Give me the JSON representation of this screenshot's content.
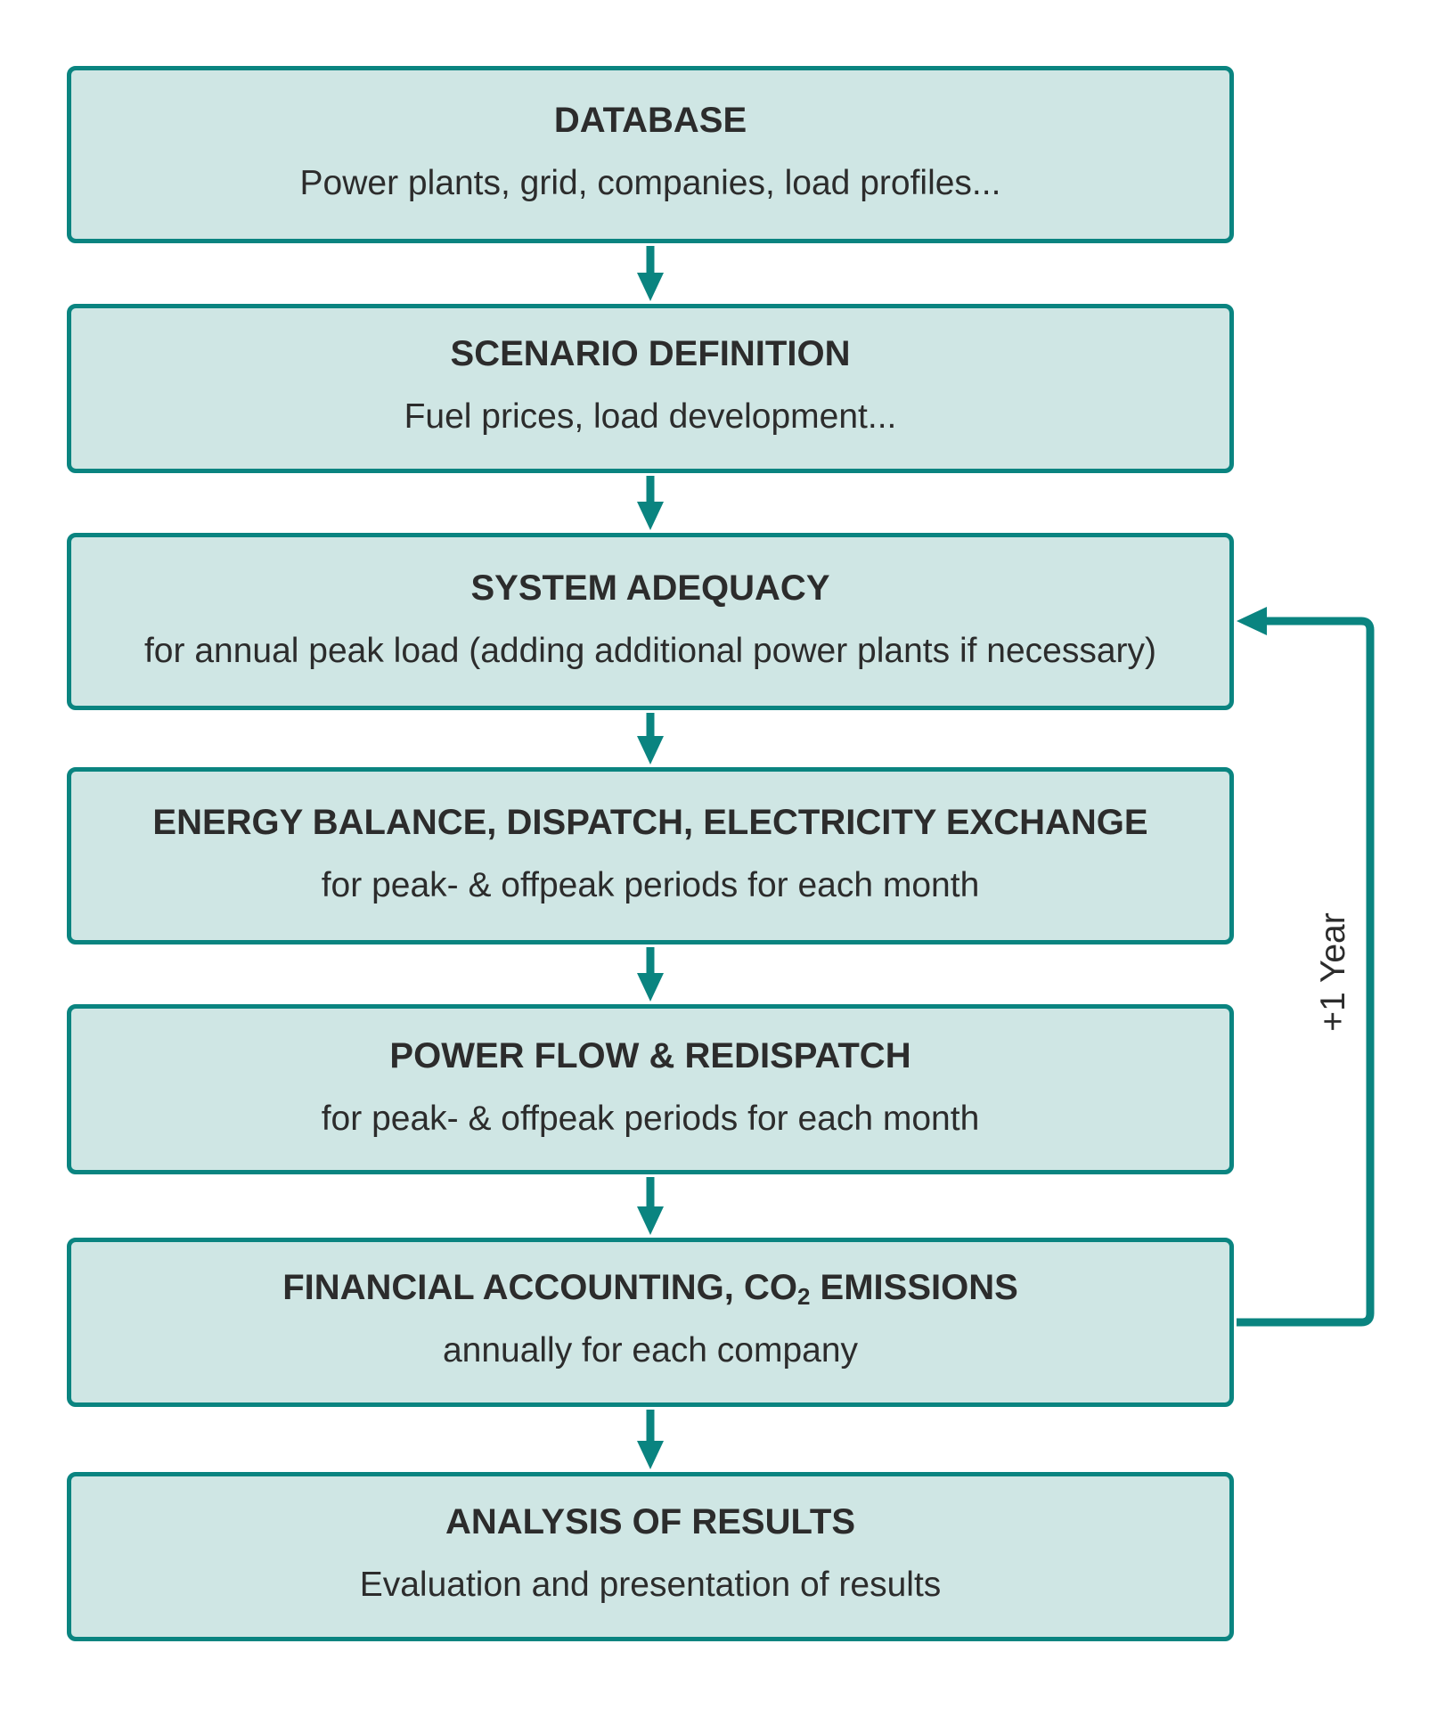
{
  "steps": [
    {
      "title": "DATABASE",
      "description": "Power plants, grid, companies, load profiles..."
    },
    {
      "title": "SCENARIO DEFINITION",
      "description": "Fuel prices, load development..."
    },
    {
      "title": "SYSTEM ADEQUACY",
      "description": "for annual peak load (adding additional power plants if necessary)"
    },
    {
      "title": "ENERGY BALANCE, DISPATCH, ELECTRICITY EXCHANGE",
      "description": "for peak- & offpeak periods for each month"
    },
    {
      "title": "POWER FLOW & REDISPATCH",
      "description": "for peak- & offpeak periods for each month"
    },
    {
      "title_pre": "FINANCIAL ACCOUNTING, CO",
      "title_sub": "2",
      "title_post": " EMISSIONS",
      "description": "annually for each company"
    },
    {
      "title": "ANALYSIS OF RESULTS",
      "description": "Evaluation and presentation of results"
    }
  ],
  "loop": {
    "label": "+1 Year",
    "from_step": "FINANCIAL ACCOUNTING, CO2 EMISSIONS",
    "to_step": "SYSTEM ADEQUACY"
  },
  "colors": {
    "box_fill": "#cfe6e4",
    "border": "#0a8480",
    "arrow": "#0a8480",
    "text": "#2c2c2c"
  }
}
